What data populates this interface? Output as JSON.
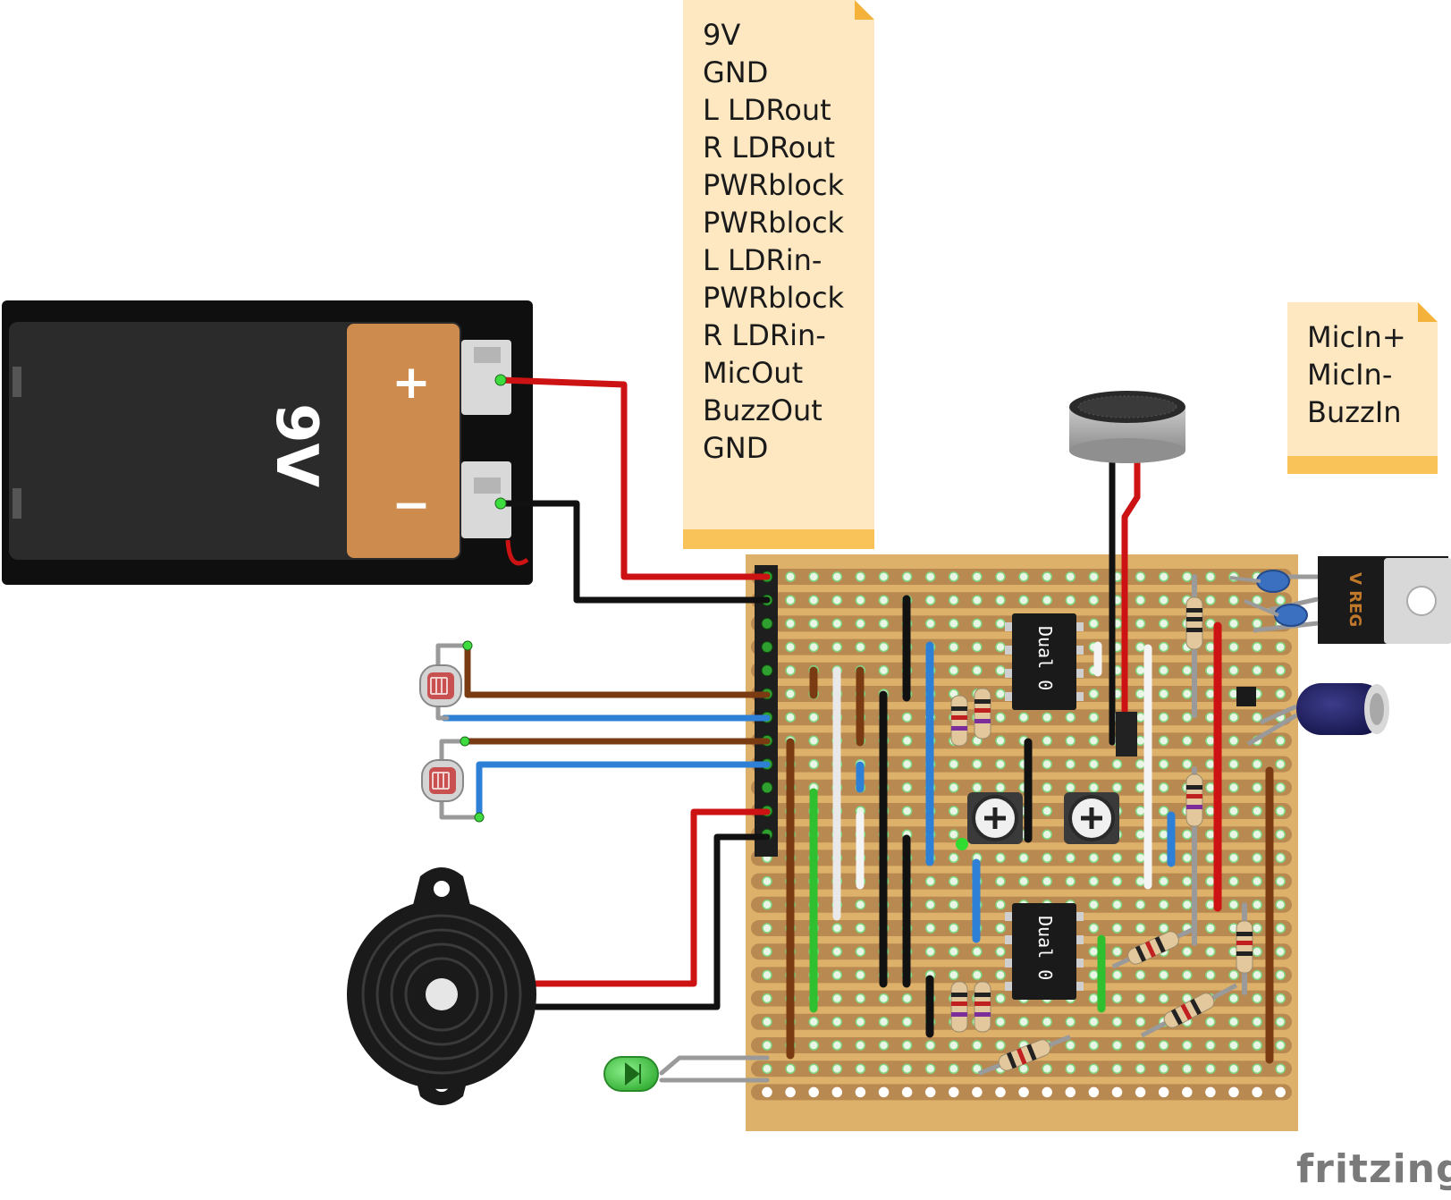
{
  "notes": {
    "left": {
      "lines": [
        "9V",
        "GND",
        "L LDRout",
        "R LDRout",
        "PWRblock",
        "PWRblock",
        "L LDRin-",
        "PWRblock",
        "R LDRin-",
        "MicOut",
        "BuzzOut",
        "GND"
      ]
    },
    "right": {
      "lines": [
        "MicIn+",
        "MicIn-",
        "BuzzIn"
      ]
    }
  },
  "battery": {
    "label": "9V",
    "plus": "+",
    "minus": "−"
  },
  "ics": [
    {
      "label": "Dual 0"
    },
    {
      "label": "Dual 0"
    }
  ],
  "regulator": {
    "label": "V REG"
  },
  "logo": "fritzing",
  "colors": {
    "board": "#ddb16a",
    "strip": "#b88a52",
    "hole": "#e9f5e5",
    "wire_red": "#cc1212",
    "wire_black": "#111111",
    "wire_brown": "#7a3b12",
    "wire_blue": "#2e7fd6",
    "wire_green": "#2fbf2f",
    "wire_white": "#f4f4f4",
    "battery_body": "#1c1c1c",
    "battery_cap": "#cd8c4e",
    "note_bg": "#fde8c2",
    "note_bar": "#f9c35a"
  }
}
